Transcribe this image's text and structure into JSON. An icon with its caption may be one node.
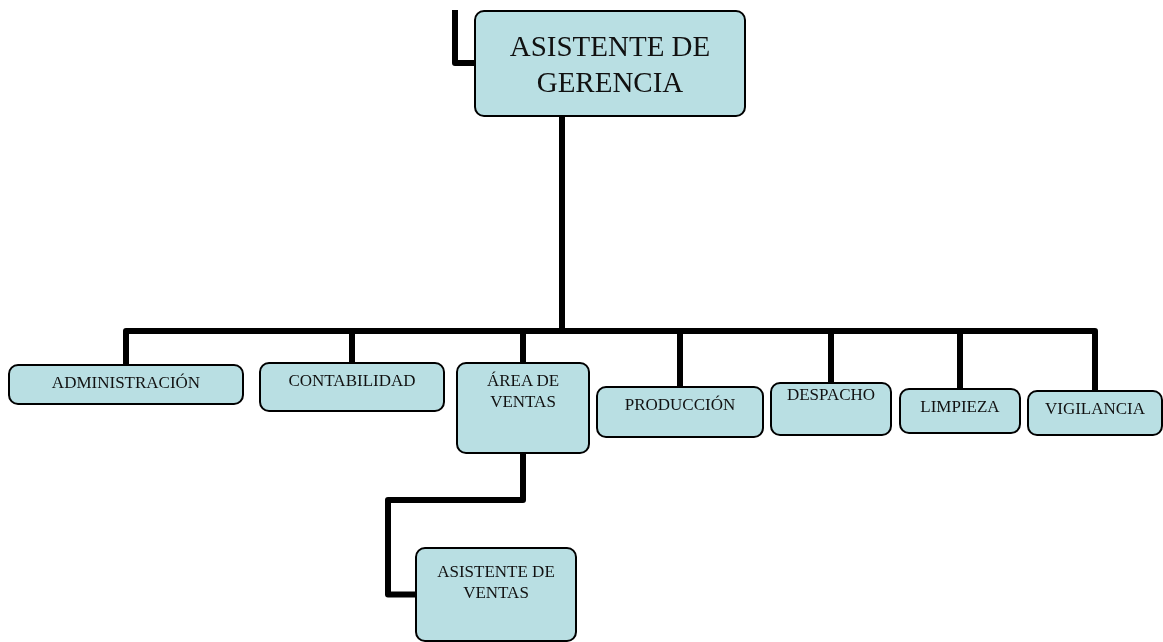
{
  "diagram": {
    "nodes": [
      {
        "text": [
          "ASISTENTE DE GERENCIA"
        ]
      },
      {
        "text": [
          "ADMINISTRACIÓN"
        ]
      },
      {
        "text": [
          "CONTABILIDAD"
        ]
      },
      {
        "text": [
          "ÁREA DE VENTAS"
        ]
      },
      {
        "text": [
          "PRODUCCIÓN"
        ]
      },
      {
        "text": [
          "DESPACHO"
        ]
      },
      {
        "text": [
          "LIMPIEZA"
        ]
      },
      {
        "text": [
          "VIGILANCIA"
        ]
      },
      {
        "text": [
          "ASISTENTE DE VENTAS"
        ]
      }
    ],
    "edges": [
      {
        "from": null,
        "to": 0,
        "arrow": "none"
      },
      {
        "from": 0,
        "to": 1,
        "arrow": "none"
      },
      {
        "from": 0,
        "to": 2,
        "arrow": "none"
      },
      {
        "from": 0,
        "to": 3,
        "arrow": "none"
      },
      {
        "from": 0,
        "to": 4,
        "arrow": "none"
      },
      {
        "from": 0,
        "to": 5,
        "arrow": "none"
      },
      {
        "from": 0,
        "to": 6,
        "arrow": "none"
      },
      {
        "from": 0,
        "to": 7,
        "arrow": "none"
      },
      {
        "from": 3,
        "to": 8,
        "arrow": "none"
      }
    ]
  }
}
